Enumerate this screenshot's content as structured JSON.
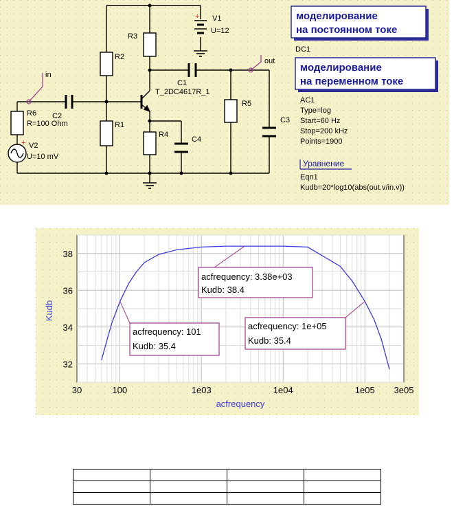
{
  "schematic": {
    "labels": {
      "V1": "V1",
      "V1_U": "U=12",
      "R3": "R3",
      "R2": "R2",
      "R1": "R1",
      "R4": "R4",
      "R5": "R5",
      "C1": "C1",
      "C2": "C2",
      "C3": "C3",
      "C4": "C4",
      "transistor": "T_2DC4617R_1",
      "R6": "R6",
      "R6_R": "R=100 Ohm",
      "V2": "V2",
      "V2_U": "U=10 mV",
      "in": "in",
      "out": "out"
    },
    "dc_box": {
      "line1": "моделирование",
      "line2": "на постоянном токе",
      "name": "DC1"
    },
    "ac_box": {
      "line1": "моделирование",
      "line2": "на переменном токе",
      "name": "AC1",
      "type": "Type=log",
      "start": "Start=60 Hz",
      "stop": "Stop=200 kHz",
      "points": "Points=1900"
    },
    "equation": {
      "title": "Уравнение",
      "name": "Eqn1",
      "expr": "Kudb=20*log10(abs(out.v/in.v))"
    }
  },
  "plot": {
    "xlabel": "acfrequency",
    "ylabel": "Kudb",
    "xticks": [
      "30",
      "100",
      "1e03",
      "1e04",
      "1e05",
      "3e05"
    ],
    "yticks": [
      "32",
      "34",
      "36",
      "38"
    ],
    "markers": [
      {
        "line1": "acfrequency: 3.38e+03",
        "line2": "Kudb: 38.4"
      },
      {
        "line1": "acfrequency: 101",
        "line2": "Kudb: 35.4"
      },
      {
        "line1": "acfrequency: 1e+05",
        "line2": "Kudb: 35.4"
      }
    ]
  },
  "chart_data": {
    "type": "line",
    "xlabel": "acfrequency",
    "ylabel": "Kudb",
    "xscale": "log",
    "xlim": [
      30,
      300000
    ],
    "ylim": [
      31,
      39
    ],
    "grid": true,
    "x": [
      60,
      70,
      80,
      101,
      130,
      160,
      200,
      300,
      500,
      1000,
      2000,
      3380,
      5000,
      10000,
      20000,
      50000,
      70000,
      100000,
      130000,
      160000,
      200000
    ],
    "y": [
      32.2,
      33.3,
      34.2,
      35.4,
      36.4,
      37.0,
      37.5,
      37.95,
      38.2,
      38.35,
      38.4,
      38.4,
      38.4,
      38.4,
      38.35,
      37.3,
      36.5,
      35.4,
      34.4,
      33.3,
      31.7
    ],
    "colors": {
      "curve": "#3a3adc",
      "marker_border": "#9a3a8a",
      "label": "#3a3adc"
    }
  },
  "table": {
    "rows": [
      [
        "",
        "",
        "",
        ""
      ],
      [
        "",
        "",
        "",
        ""
      ],
      [
        "",
        "",
        "",
        ""
      ]
    ]
  }
}
